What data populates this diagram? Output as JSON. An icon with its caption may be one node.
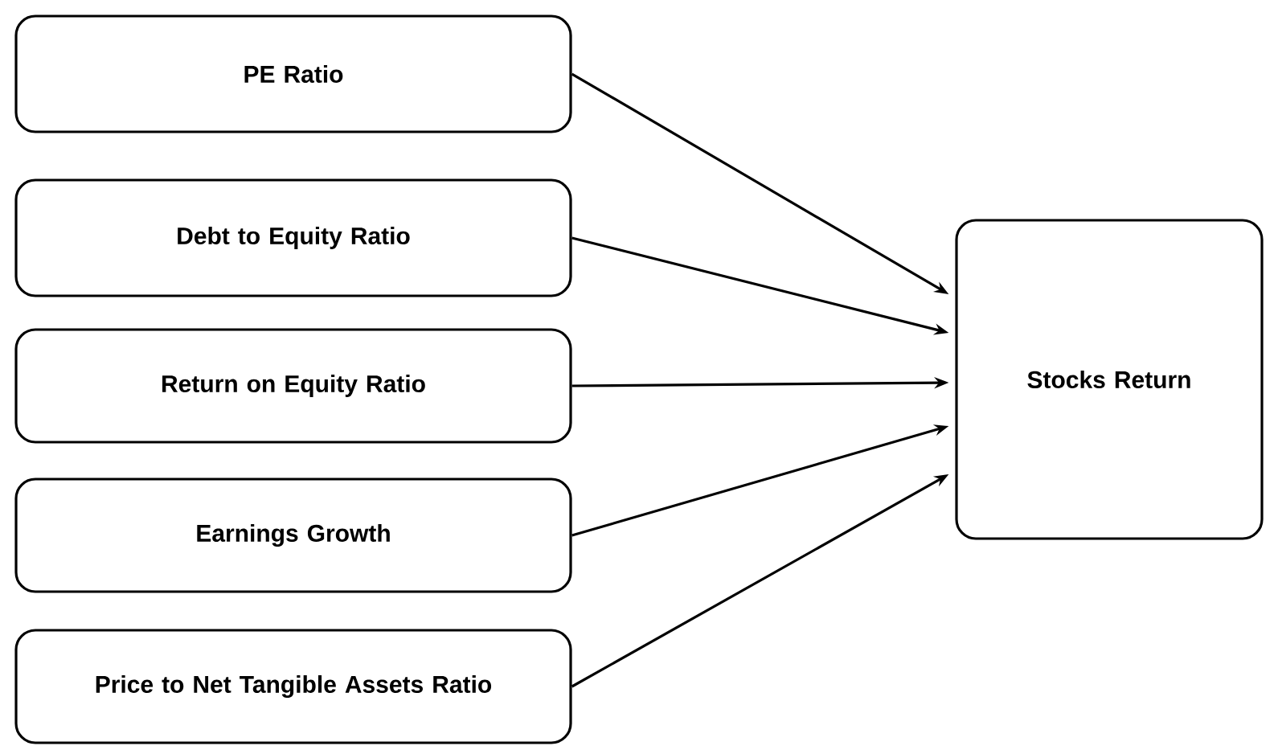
{
  "diagram": {
    "nodes": [
      {
        "text": [
          "PE Ratio"
        ]
      },
      {
        "text": [
          "Debt to Equity Ratio"
        ]
      },
      {
        "text": [
          "Return on Equity Ratio"
        ]
      },
      {
        "text": [
          "Earnings Growth"
        ]
      },
      {
        "text": [
          "Price to Net Tangible Assets Ratio"
        ]
      },
      {
        "text": [
          "Stocks Return"
        ]
      }
    ],
    "edges": [
      {
        "from": 0,
        "to": 5,
        "arrow": "to"
      },
      {
        "from": 1,
        "to": 5,
        "arrow": "to"
      },
      {
        "from": 2,
        "to": 5,
        "arrow": "to"
      },
      {
        "from": 3,
        "to": 5,
        "arrow": "to"
      },
      {
        "from": 4,
        "to": 5,
        "arrow": "to"
      }
    ]
  }
}
